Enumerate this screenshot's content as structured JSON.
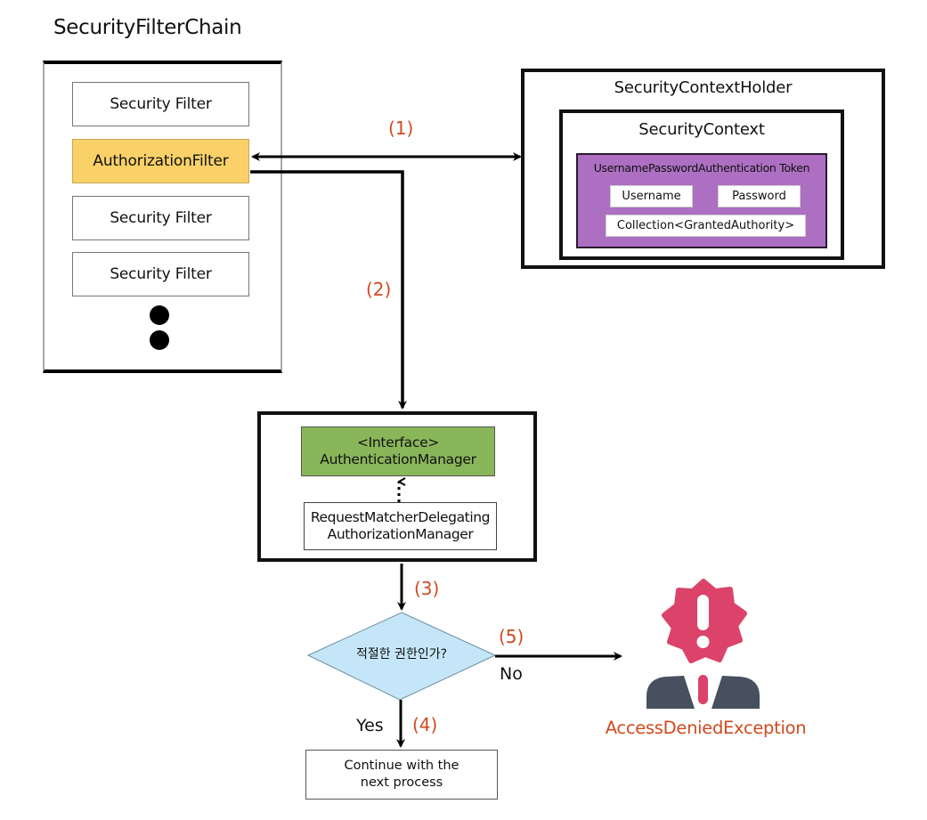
{
  "title": "SecurityFilterChain",
  "filter_chain": {
    "filters": [
      {
        "label": "Security Filter",
        "highlight": false
      },
      {
        "label": "AuthorizationFilter",
        "highlight": true
      },
      {
        "label": "Security Filter",
        "highlight": false
      },
      {
        "label": "Security Filter",
        "highlight": false
      }
    ],
    "continuation": "more-filters-ellipsis"
  },
  "context_holder": {
    "title": "SecurityContextHolder",
    "context": {
      "title": "SecurityContext",
      "token": {
        "title": "UsernamePasswordAuthentication Token",
        "fields": [
          "Username",
          "Password",
          "Collection<GrantedAuthority>"
        ]
      }
    }
  },
  "manager": {
    "interface": {
      "line1": "<Interface>",
      "line2": "AuthenticationManager"
    },
    "implementation": {
      "line1": "RequestMatcherDelegating",
      "line2": "AuthorizationManager"
    },
    "relation": "implements (dotted arrow)"
  },
  "decision": {
    "question": "적절한 권한인가?",
    "yes_label": "Yes",
    "no_label": "No"
  },
  "next_step": {
    "line1": "Continue with the",
    "line2": "next process"
  },
  "exception": {
    "label": "AccessDeniedException",
    "icon": "access-denied-person-icon"
  },
  "steps": [
    "(1)",
    "(2)",
    "(3)",
    "(4)",
    "(5)"
  ],
  "colors": {
    "highlight_filter": "#f9d168",
    "token_bg": "#ad6fc2",
    "interface_bg": "#8ab65a",
    "diamond_bg": "#c5e6f8",
    "step_label": "#d04a1f",
    "icon_red": "#dc436a",
    "icon_dark": "#46505f"
  }
}
